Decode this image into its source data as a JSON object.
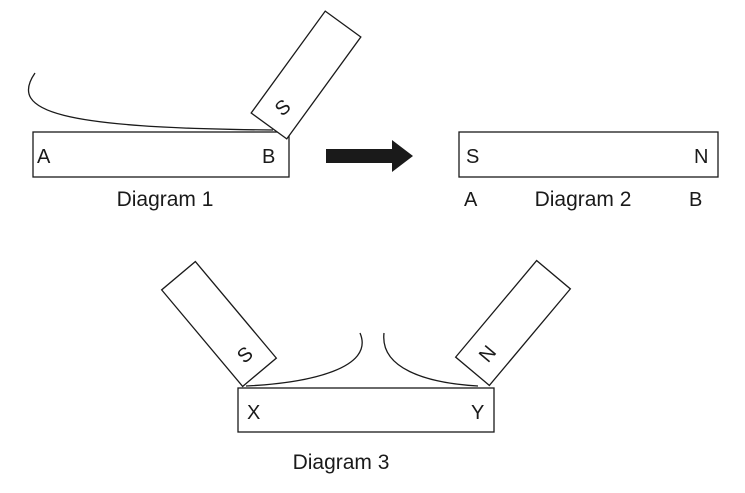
{
  "diagram1": {
    "caption": "Diagram 1",
    "bar_left_label": "A",
    "bar_right_label": "B",
    "magnet_pole_label": "S"
  },
  "arrow": {
    "direction": "right",
    "color": "#1a1a1a"
  },
  "diagram2": {
    "caption": "Diagram 2",
    "bar_left_pole": "S",
    "bar_right_pole": "N",
    "left_end_label": "A",
    "right_end_label": "B"
  },
  "diagram3": {
    "caption": "Diagram 3",
    "bar_left_label": "X",
    "bar_right_label": "Y",
    "left_magnet_pole_label": "S",
    "right_magnet_pole_label": "N"
  }
}
